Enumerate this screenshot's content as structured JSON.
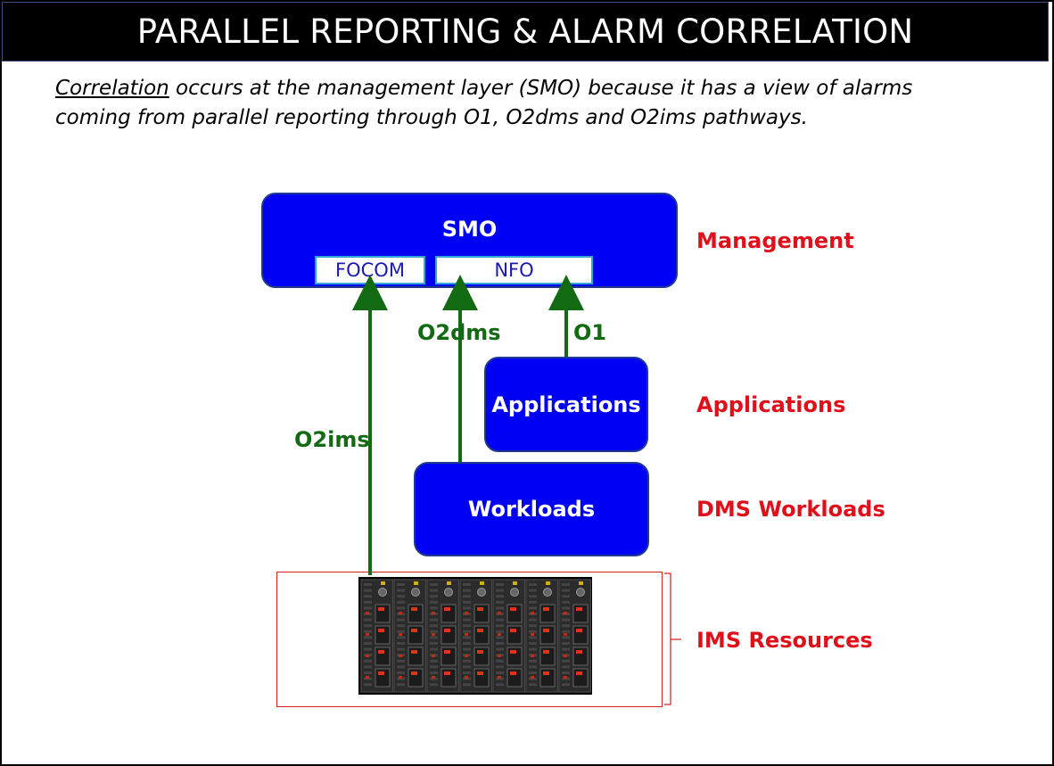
{
  "title": "PARALLEL REPORTING & ALARM CORRELATION",
  "intro": {
    "term": "Correlation",
    "text": " occurs at the management layer (SMO) because it has a view of alarms coming from parallel reporting through O1, O2dms and O2ims pathways."
  },
  "nodes": {
    "smo": "SMO",
    "focom": "FOCOM",
    "nfo": "NFO",
    "applications": "Applications",
    "workloads": "Workloads"
  },
  "links": {
    "o2ims": "O2ims",
    "o2dms": "O2dms",
    "o1": "O1"
  },
  "layers": {
    "management": "Management",
    "applications": "Applications",
    "dms_workloads": "DMS Workloads",
    "ims_resources": "IMS Resources"
  },
  "colors": {
    "node_fill": "#0000f5",
    "arrow": "#126a12",
    "layer_label": "#e0101a",
    "title_bar": "#000000"
  },
  "icons": {
    "server_rack": "server-rack-icon"
  }
}
